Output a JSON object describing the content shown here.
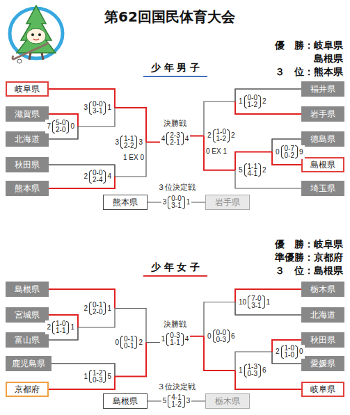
{
  "diagram": {
    "title": "第62回国民体育大会",
    "nodes": [
      {
        "text": [
          "岐阜県"
        ]
      },
      {
        "text": [
          "滋賀県"
        ]
      },
      {
        "text": [
          "北海道"
        ]
      },
      {
        "text": [
          "秋田県"
        ]
      },
      {
        "text": [
          "熊本県"
        ]
      },
      {
        "text": [
          "福井県"
        ]
      },
      {
        "text": [
          "岩手県"
        ]
      },
      {
        "text": [
          "徳島県"
        ]
      },
      {
        "text": [
          "島根県"
        ]
      },
      {
        "text": [
          "埼玉県"
        ]
      },
      {
        "text": [
          "熊本県"
        ]
      },
      {
        "text": [
          "岩手県"
        ]
      },
      {
        "text": [
          "島根県"
        ]
      },
      {
        "text": [
          "宮城県"
        ]
      },
      {
        "text": [
          "富山県"
        ]
      },
      {
        "text": [
          "鹿児島県"
        ]
      },
      {
        "text": [
          "京都府"
        ]
      },
      {
        "text": [
          "栃木県"
        ]
      },
      {
        "text": [
          "北海道"
        ]
      },
      {
        "text": [
          "秋田県"
        ]
      },
      {
        "text": [
          "愛媛県"
        ]
      },
      {
        "text": [
          "岐阜県"
        ]
      },
      {
        "text": [
          "島根県"
        ]
      },
      {
        "text": [
          "栃木県"
        ]
      }
    ],
    "edges": [
      {
        "from": 1,
        "to": 2,
        "arrow": "none"
      },
      {
        "from": 3,
        "to": 4,
        "arrow": "none"
      },
      {
        "from": 5,
        "to": 6,
        "arrow": "none"
      },
      {
        "from": 7,
        "to": 8,
        "arrow": "none"
      },
      {
        "from": 10,
        "to": 11,
        "arrow": "none"
      },
      {
        "from": 13,
        "to": 14,
        "arrow": "none"
      },
      {
        "from": 15,
        "to": 16,
        "arrow": "none"
      },
      {
        "from": 17,
        "to": 18,
        "arrow": "none"
      },
      {
        "from": 19,
        "to": 20,
        "arrow": "none"
      },
      {
        "from": 22,
        "to": 23,
        "arrow": "none"
      }
    ],
    "labels": [
      "優　勝：岐阜県",
      "島根県",
      "３　位：熊本県",
      "少 年 男 子",
      "決勝戦",
      "３位決定戦",
      "7",
      "5-0",
      "2-0",
      "0",
      "3",
      "0-0",
      "3-1",
      "1",
      "2",
      "0-0",
      "2-4",
      "4",
      "3",
      "1-1",
      "2-2",
      "3",
      "1 EX 0",
      "1",
      "0-0",
      "1-2",
      "2",
      "0",
      "0-7",
      "0-2",
      "9",
      "5",
      "1-1",
      "4-1",
      "2",
      "2",
      "1-0",
      "1-2",
      "2",
      "0 EX 1",
      "4",
      "2-3",
      "2-1",
      "4",
      "3",
      "0-0",
      "3-1",
      "1",
      "優　勝：岐阜県",
      "準優勝：京都府",
      "３　位：島根県",
      "少 年 女 子",
      "決勝戦",
      "３位決定戦",
      "2",
      "1-0",
      "1-1",
      "1",
      "2",
      "0-1",
      "2-0",
      "1",
      "1",
      "1-2",
      "0-3",
      "5",
      "0",
      "0-1",
      "0-1",
      "2",
      "10",
      "7-0",
      "3-1",
      "1",
      "2",
      "1-0",
      "1-0",
      "0",
      "1",
      "1-3",
      "0-3",
      "6",
      "0",
      "0-0",
      "0-3",
      "6",
      "1",
      "0-3",
      "1-1",
      "4",
      "5",
      "4-1",
      "1-2",
      "3"
    ]
  }
}
